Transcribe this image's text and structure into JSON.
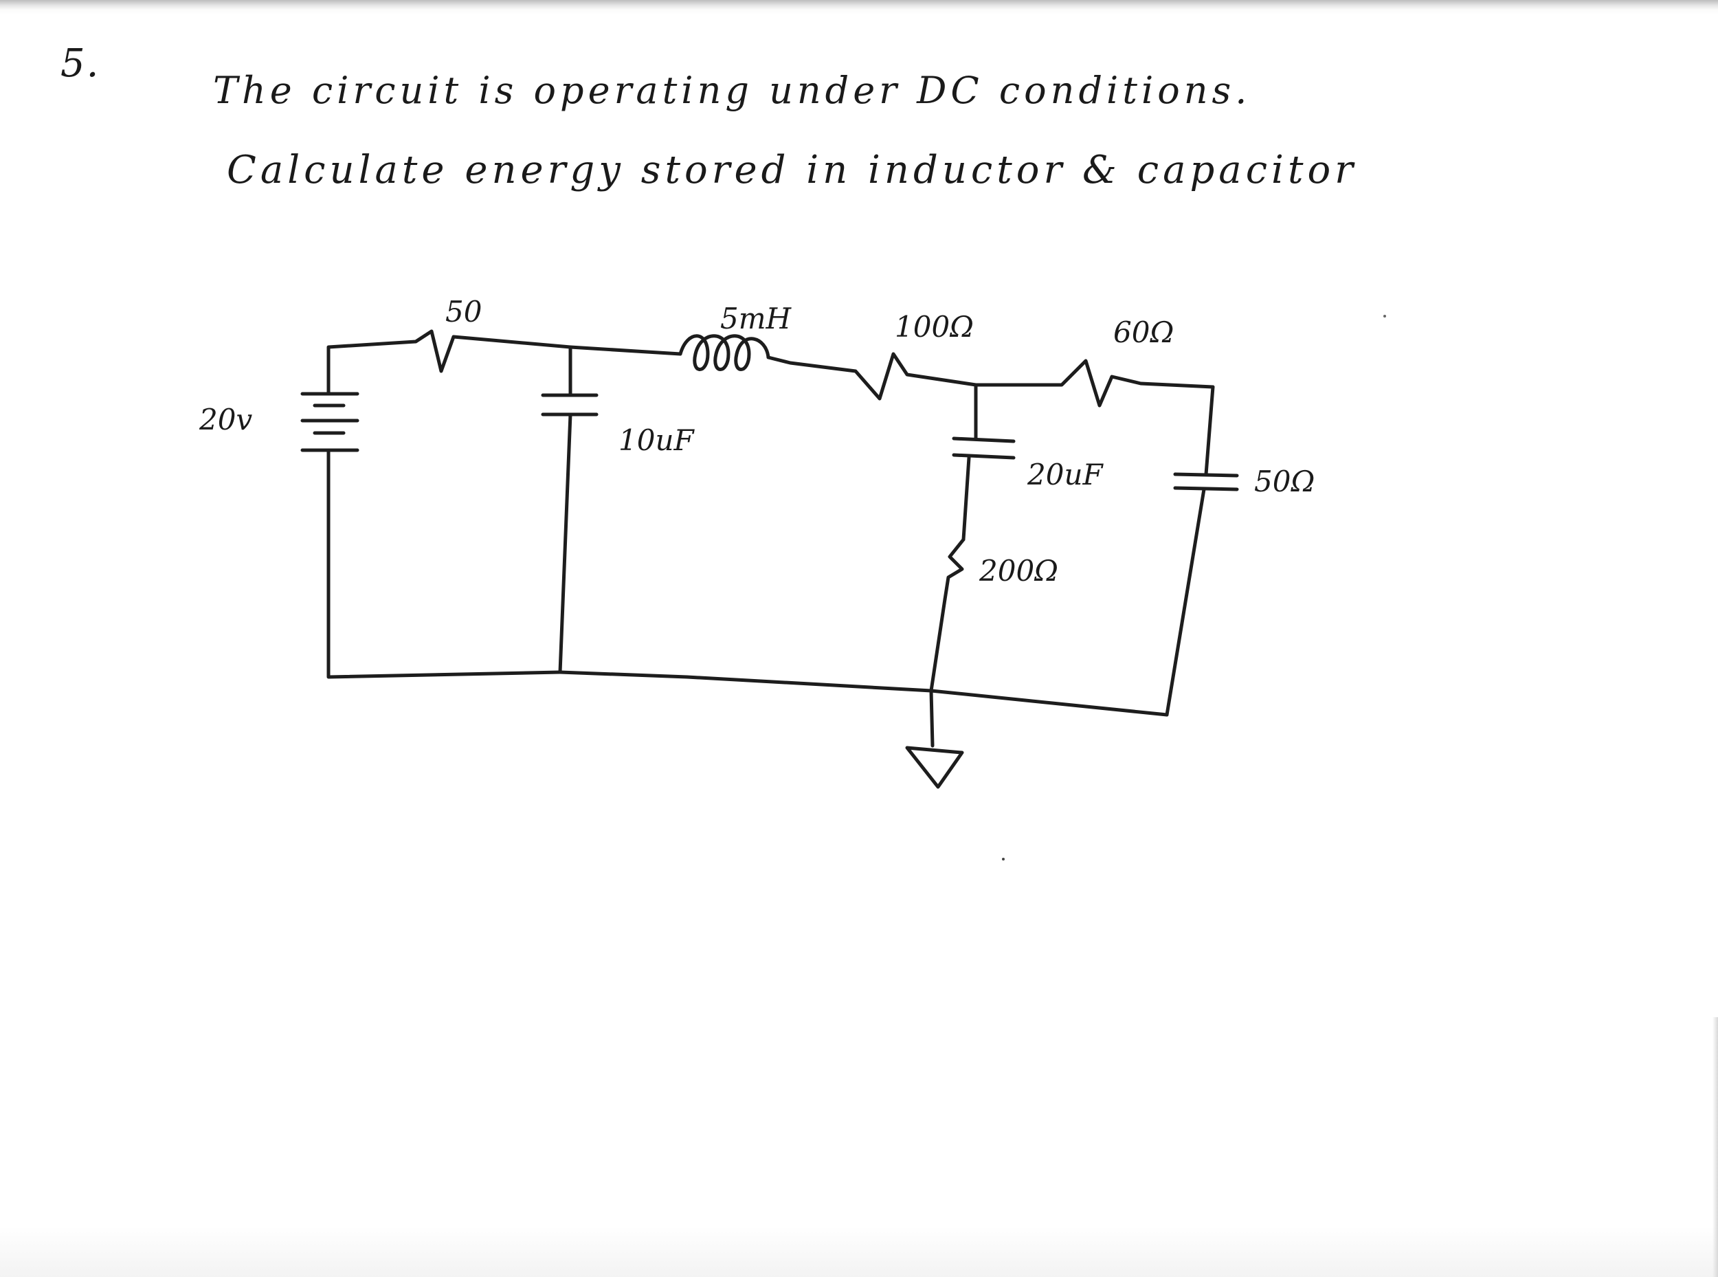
{
  "problem": {
    "number": "5.",
    "line1": "The circuit is operating under DC conditions.",
    "line2": "Calculate energy stored in inductor & capacitor"
  },
  "circuit": {
    "source": {
      "label": "20v"
    },
    "r1": {
      "label": "50"
    },
    "c1": {
      "label": "10uF"
    },
    "l1": {
      "label": "5mH"
    },
    "r2": {
      "label": "100Ω"
    },
    "r3": {
      "label": "60Ω"
    },
    "c2": {
      "label": "20uF"
    },
    "r4": {
      "label": "200Ω"
    },
    "c3": {
      "label": "50Ω"
    },
    "ground": {
      "label": ""
    }
  }
}
